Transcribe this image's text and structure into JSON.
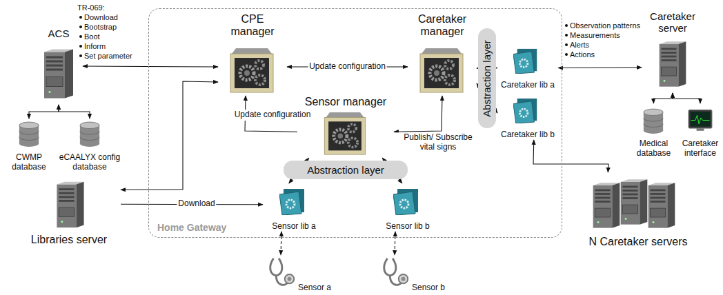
{
  "diagram": {
    "nodes": [
      {
        "text": [
          "ACS"
        ]
      },
      {
        "text": [
          "CWMP database"
        ]
      },
      {
        "text": [
          "eCAALYX config database"
        ]
      },
      {
        "text": [
          "Libraries server"
        ]
      },
      {
        "text": [
          "Home Gateway"
        ]
      },
      {
        "text": [
          "CPE manager"
        ],
        "in": 4
      },
      {
        "text": [
          "Caretaker manager"
        ],
        "in": 4
      },
      {
        "text": [
          "Sensor manager"
        ],
        "in": 4
      },
      {
        "text": [
          "Abstraction layer"
        ],
        "in": 4
      },
      {
        "text": [
          "Abstraction layer"
        ],
        "in": 4
      },
      {
        "text": [
          "Sensor lib a"
        ],
        "in": 4
      },
      {
        "text": [
          "Sensor lib b"
        ],
        "in": 4
      },
      {
        "text": [
          "Caretaker lib a"
        ],
        "in": 4
      },
      {
        "text": [
          "Caretaker lib b"
        ],
        "in": 4
      },
      {
        "text": [
          "Sensor a"
        ]
      },
      {
        "text": [
          "Sensor b"
        ]
      },
      {
        "text": [
          "Caretaker server"
        ]
      },
      {
        "text": [
          "Medical database"
        ]
      },
      {
        "text": [
          "Caretaker interface"
        ]
      },
      {
        "text": [
          "N Caretaker servers"
        ]
      }
    ],
    "edges": [
      {
        "from": 0,
        "to": 5,
        "arrow": "both"
      },
      {
        "from": 0,
        "to": 1,
        "arrow": "both"
      },
      {
        "from": 0,
        "to": 2,
        "arrow": "both"
      },
      {
        "from": 5,
        "to": 6,
        "label": "Update configuration",
        "arrow": "both"
      },
      {
        "from": 7,
        "to": 5,
        "label": "Update configuration",
        "arrow": "to"
      },
      {
        "from": 6,
        "to": 7,
        "label": "Publish/ Subscribe vital signs",
        "arrow": "both"
      },
      {
        "from": 3,
        "to": 5,
        "arrow": "both"
      },
      {
        "from": 3,
        "to": 10,
        "label": "Download",
        "arrow": "to"
      },
      {
        "from": 7,
        "to": 10,
        "arrow": "both"
      },
      {
        "from": 7,
        "to": 11,
        "arrow": "both"
      },
      {
        "from": 10,
        "to": 14,
        "arrow": "both"
      },
      {
        "from": 11,
        "to": 15,
        "arrow": "both"
      },
      {
        "from": 6,
        "to": 12,
        "arrow": "both"
      },
      {
        "from": 6,
        "to": 13,
        "arrow": "both"
      },
      {
        "from": 12,
        "to": 16,
        "arrow": "both"
      },
      {
        "from": 16,
        "to": 17,
        "arrow": "both"
      },
      {
        "from": 16,
        "to": 18,
        "arrow": "both"
      },
      {
        "from": 13,
        "to": 19,
        "arrow": "both"
      }
    ],
    "labels": [
      "TR-069:",
      "Download",
      "Bootstrap",
      "Boot",
      "Inform",
      "Set parameter",
      "Observation patterns",
      "Measurements",
      "Alerts",
      "Actions"
    ]
  }
}
